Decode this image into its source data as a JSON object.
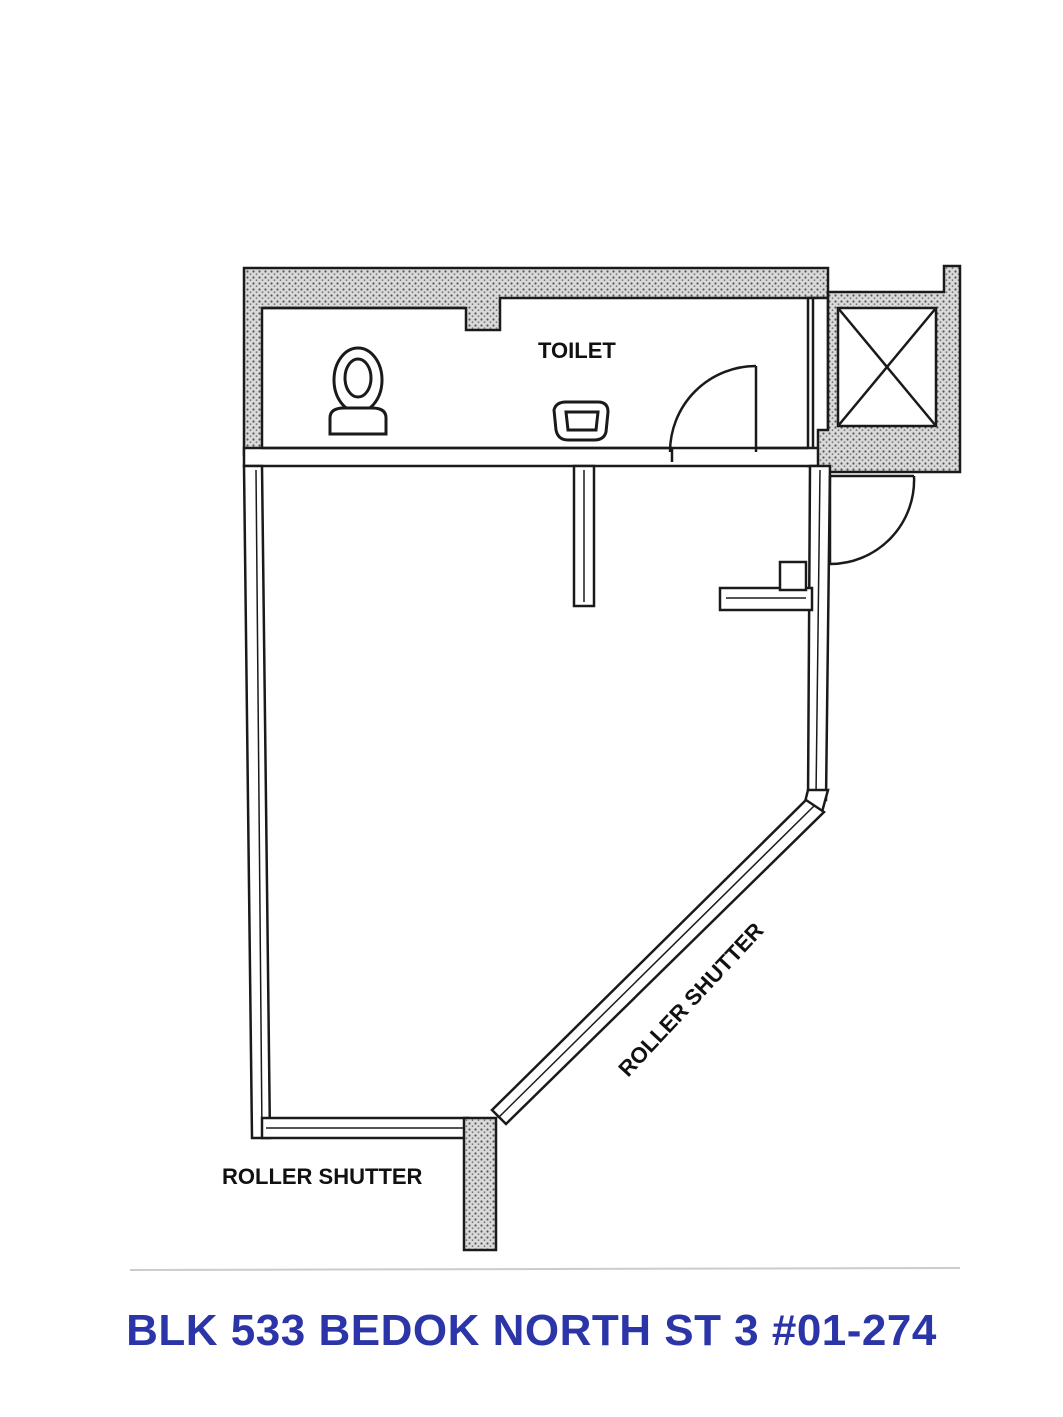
{
  "labels": {
    "toilet": "TOILET",
    "roller_shutter_bottom": "ROLLER SHUTTER",
    "roller_shutter_diagonal": "ROLLER SHUTTER"
  },
  "address": "BLK 533 BEDOK NORTH ST 3 #01-274",
  "colors": {
    "address_text": "#2b35a8",
    "lines": "#1a1a1a",
    "hatch_fill": "#8c8c8c"
  },
  "icons": [
    "toilet-bowl-icon",
    "wash-basin-icon",
    "door-swing-icon",
    "shaft-cross-icon"
  ]
}
